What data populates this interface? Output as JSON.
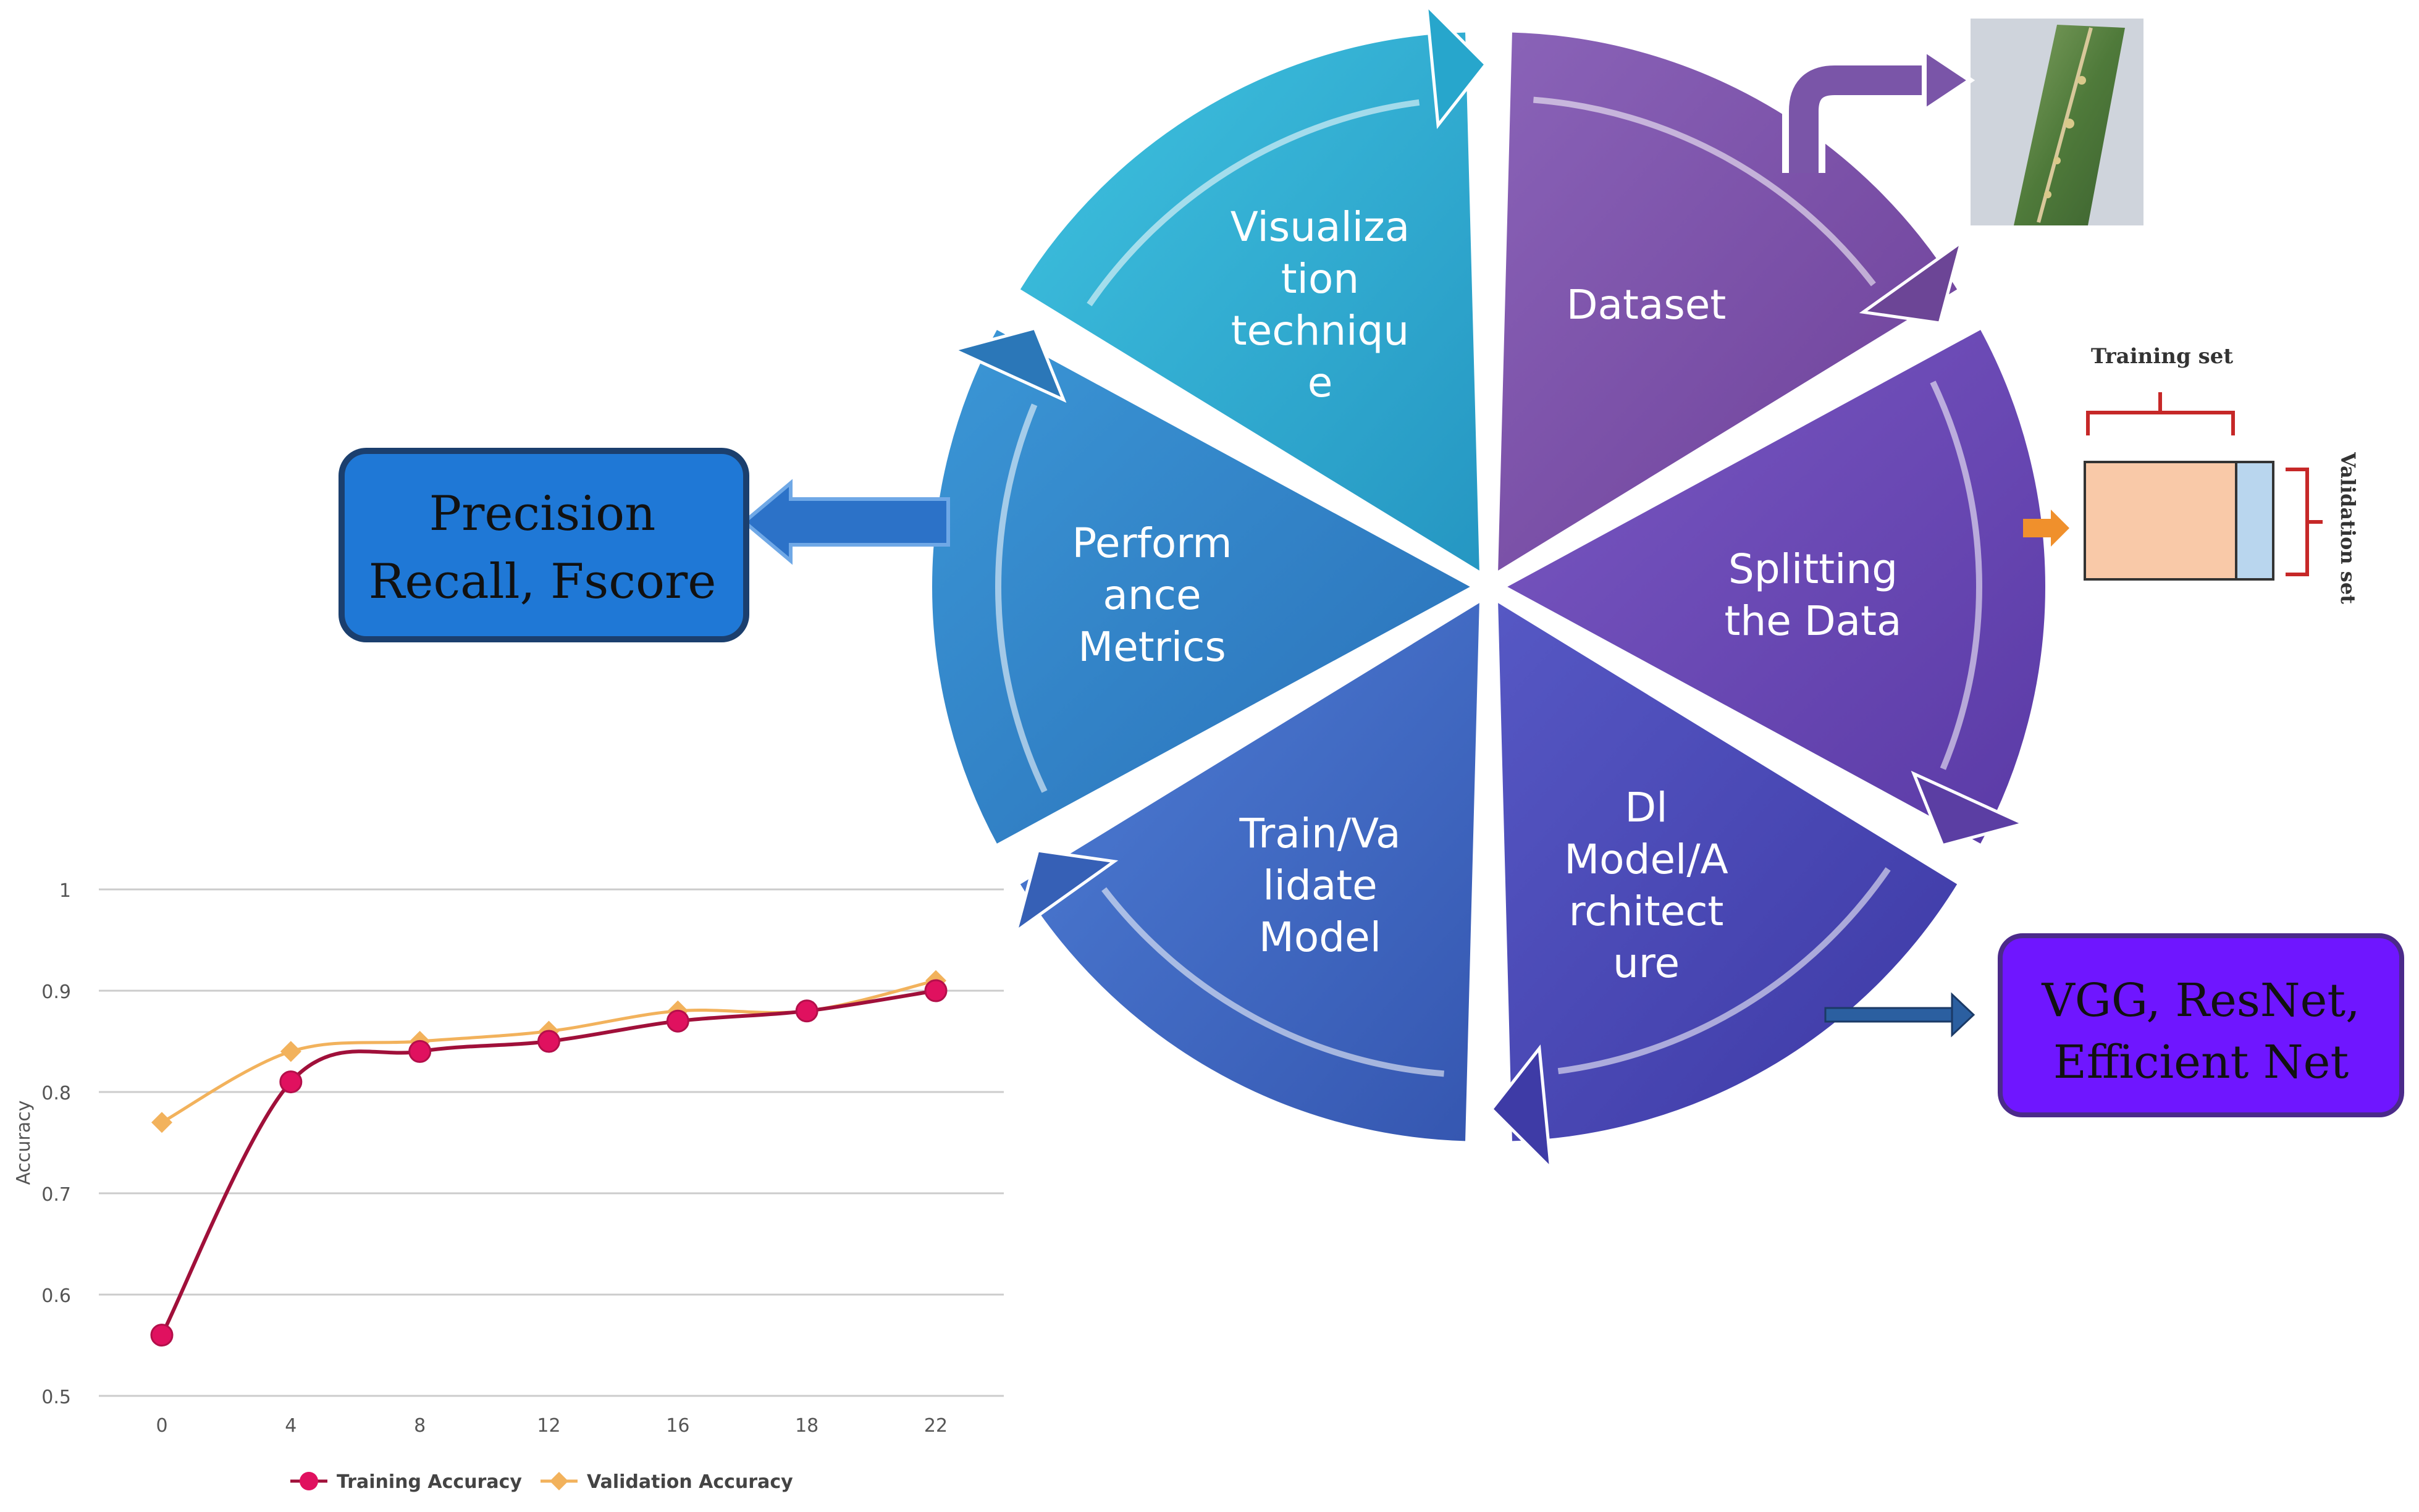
{
  "cycle": {
    "segments": [
      {
        "id": "dataset",
        "lines": [
          "Dataset"
        ]
      },
      {
        "id": "splitting",
        "lines": [
          "Splitting",
          "the Data"
        ]
      },
      {
        "id": "dl-model",
        "lines": [
          "Dl",
          "Model/A",
          "rchitect",
          "ure"
        ]
      },
      {
        "id": "train-validate",
        "lines": [
          "Train/Va",
          "lidate",
          "Model"
        ]
      },
      {
        "id": "performance",
        "lines": [
          "Perform",
          "ance",
          "Metrics"
        ]
      },
      {
        "id": "visualization",
        "lines": [
          "Visualiza",
          "tion",
          "techniqu",
          "e"
        ]
      }
    ]
  },
  "metrics_box": {
    "line1": "Precision",
    "line2": "Recall, Fscore"
  },
  "models_box": {
    "line1": "VGG, ResNet,",
    "line2": "Efficient Net"
  },
  "split_diagram": {
    "training_label": "Training set",
    "validation_label": "Validation set"
  },
  "colors": {
    "dataset": "#7a4ea8",
    "splitting": "#6d4cb4",
    "dl_model": "#4a48b6",
    "train_validate": "#3f6dc7",
    "performance": "#2f86c6",
    "visualization": "#2fb3d6",
    "metrics_box": "#1f78d6",
    "models_box": "#6f16ff",
    "training_series": "#e0115f",
    "validation_series": "#f2b25c",
    "training_block": "#f9c9a8",
    "validation_block": "#b9d6ee"
  },
  "chart_data": {
    "type": "line",
    "xlabel": "",
    "ylabel": "Accuracy",
    "categories": [
      "0",
      "4",
      "8",
      "12",
      "16",
      "18",
      "22"
    ],
    "ylim": [
      0.5,
      1.0
    ],
    "yticks": [
      "0.5",
      "0.6",
      "0.7",
      "0.8",
      "0.9",
      "1"
    ],
    "grid": true,
    "legend_position": "bottom",
    "series": [
      {
        "name": "Training Accuracy",
        "values": [
          0.56,
          0.81,
          0.84,
          0.85,
          0.87,
          0.88,
          0.9
        ]
      },
      {
        "name": "Validation Accuracy",
        "values": [
          0.77,
          0.84,
          0.85,
          0.86,
          0.88,
          0.88,
          0.91
        ]
      }
    ]
  }
}
